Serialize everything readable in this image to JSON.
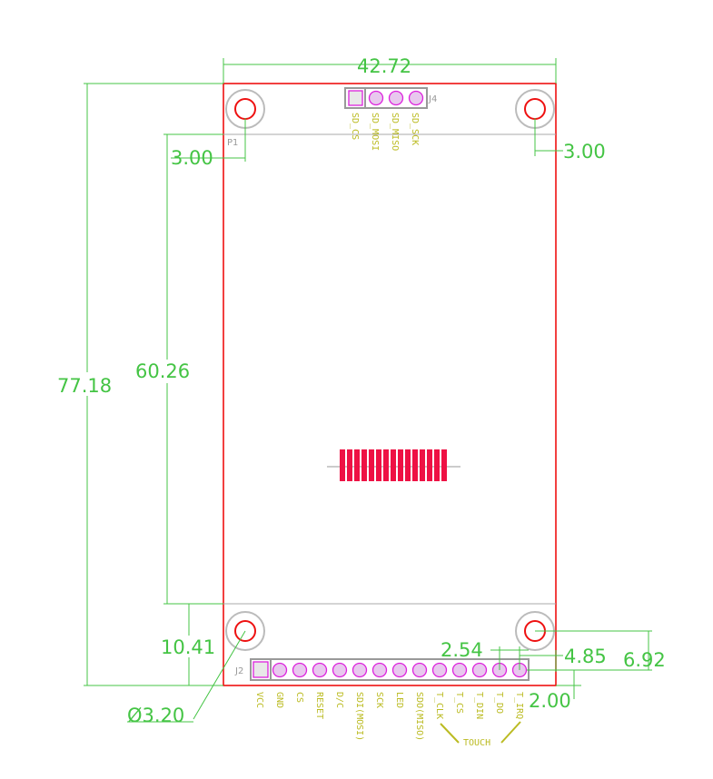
{
  "dimensions": {
    "width": "42.72",
    "hole_offset_left": "3.00",
    "hole_offset_right": "3.00",
    "height": "77.18",
    "screen_height": "60.26",
    "bottom_margin": "10.41",
    "hole_diameter": "Ø3.20",
    "pin_pitch": "2.54",
    "pin_offset_x": "4.85",
    "pin_offset_y": "6.92",
    "pin_bottom": "2.00"
  },
  "refs": {
    "p1": "P1",
    "j4": "J4",
    "j2": "J2"
  },
  "j4_pins": [
    "SD_CS",
    "SD_MOSI",
    "SD_MISO",
    "SD_SCK"
  ],
  "j2_pins": [
    "VCC",
    "GND",
    "CS",
    "RESET",
    "D/C",
    "SDI(MOSI)",
    "SCK",
    "LED",
    "SDO(MISO)",
    "T_CLK",
    "T_CS",
    "T_DIN",
    "T_DO",
    "T_IRQ"
  ],
  "touch_label": "TOUCH",
  "colors": {
    "dimension": "#44c444",
    "outline": "#ee1111",
    "pin": "#dd22dd",
    "label": "#bbbb22"
  }
}
